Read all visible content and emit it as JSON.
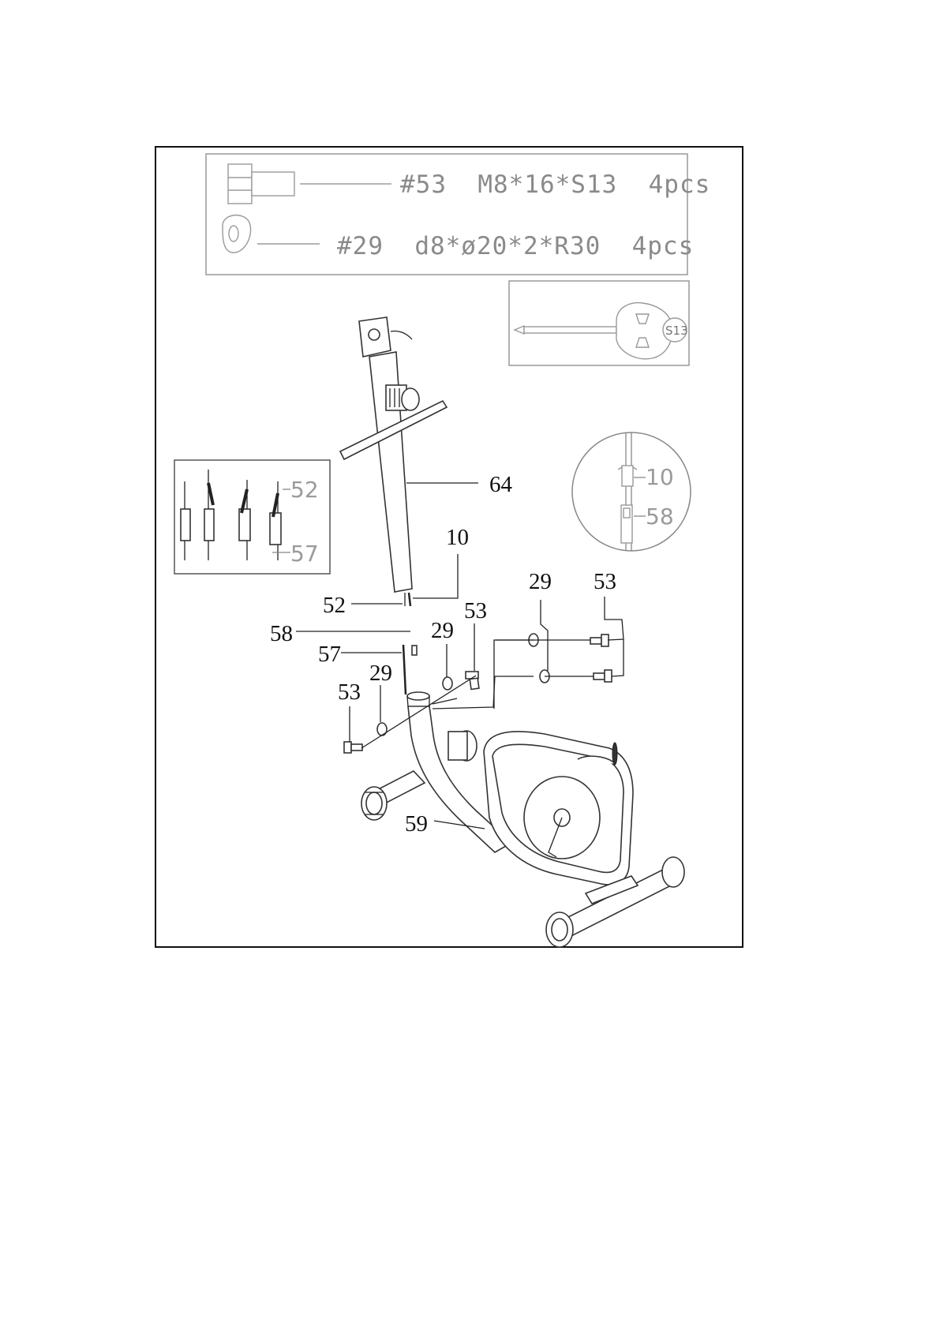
{
  "hardware": {
    "bolt": "#53  M8*16*S13  4pcs",
    "washer": "#29  d8*ø20*2*R30  4pcs"
  },
  "tool": {
    "wrench_size": "S13"
  },
  "wire_detail": {
    "label_top": "52",
    "label_bottom": "57"
  },
  "connector_detail": {
    "label_top": "10",
    "label_bottom": "58"
  },
  "callouts": {
    "post": "64",
    "sensor_wire": "10",
    "cable": "52",
    "bolt_right": "53",
    "washer_right": "29",
    "bolt_mid": "53",
    "washer_mid": "29",
    "connector": "58",
    "wire": "57",
    "washer_left": "29",
    "bolt_left": "53",
    "frame": "59"
  }
}
